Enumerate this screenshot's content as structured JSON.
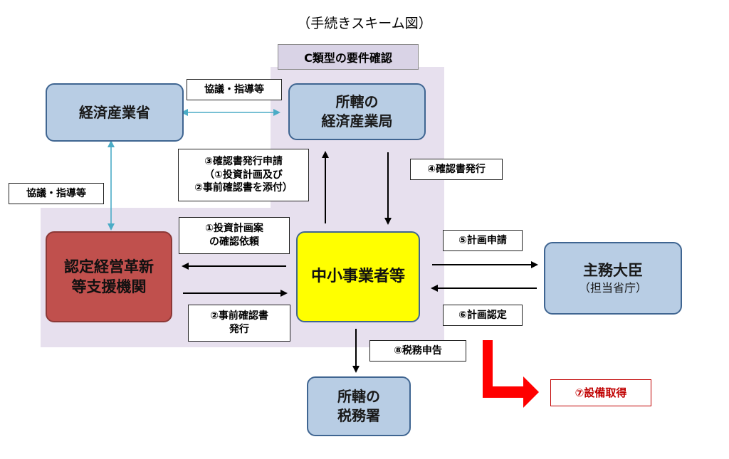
{
  "title": "（手続きスキーム図）",
  "c_type_header": "C類型の要件確認",
  "nodes": {
    "meti": "経済産業省",
    "regional_bureau": [
      "所轄の",
      "経済産業局"
    ],
    "support_org": [
      "認定経営革新",
      "等支援機関"
    ],
    "sme": "中小事業者等",
    "minister": [
      "主務大臣",
      "（担当省庁）"
    ],
    "tax_office": [
      "所轄の",
      "税務署"
    ]
  },
  "labels": {
    "consult_top": "協議・指導等",
    "consult_left": "協議・指導等",
    "step1": [
      "①投資計画案",
      "の確認依頼"
    ],
    "step2": [
      "②事前確認書",
      "発行"
    ],
    "step3": [
      "③確認書発行申請",
      "（①投資計画及び",
      "②事前確認書を添付）"
    ],
    "step4": "④確認書発行",
    "step5": "⑤計画申請",
    "step6": "⑥計画認定",
    "step7": "⑦設備取得",
    "step8": "⑧税務申告"
  },
  "colors": {
    "region": "#e7e0ee",
    "blue_node": "#b8cde4",
    "support_node": "#c0504d",
    "sme_node": "#ffff00",
    "bidirectional_arrow": "#4bacc6",
    "step7_arrow": "#ff0000"
  }
}
